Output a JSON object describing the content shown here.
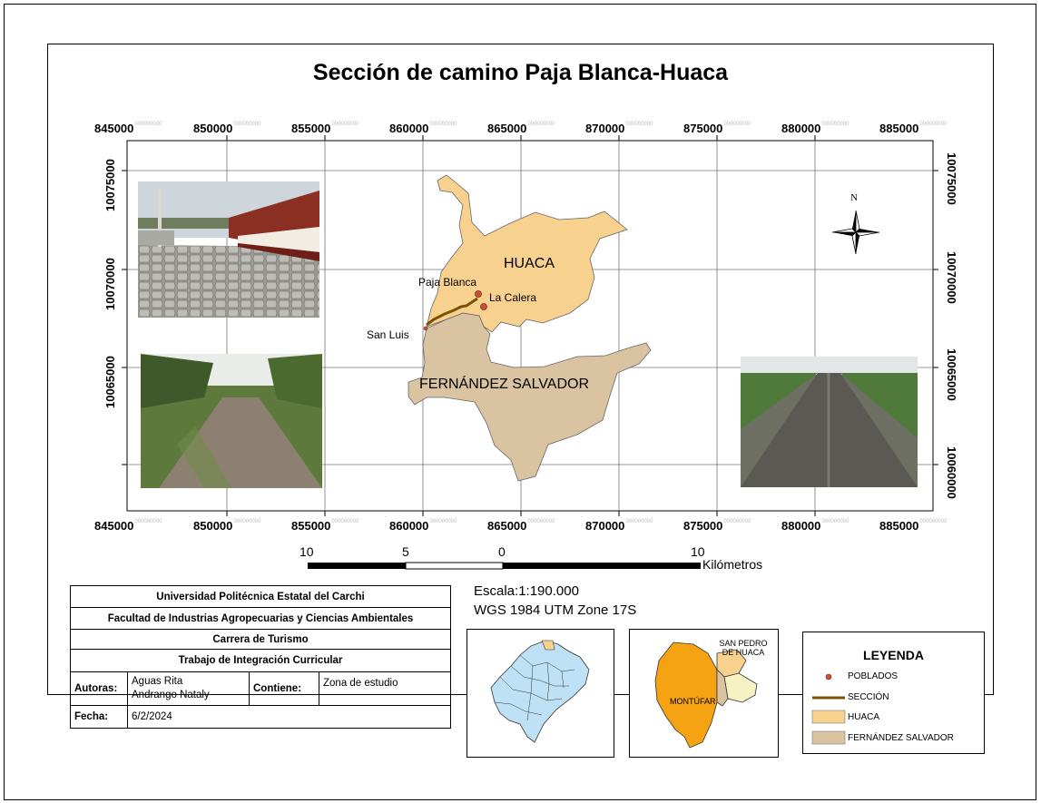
{
  "map": {
    "title": "Sección de camino Paja Blanca-Huaca",
    "x_ticks": [
      "845000",
      "850000",
      "855000",
      "860000",
      "865000",
      "870000",
      "875000",
      "880000",
      "885000"
    ],
    "y_ticks": [
      "10075000",
      "10070000",
      "10065000",
      "10060000"
    ],
    "tick_suffix": "000000000",
    "places": {
      "paja_blanca": "Paja Blanca",
      "la_calera": "La Calera",
      "san_luis": "San Luis"
    },
    "regions": {
      "huaca": "HUACA",
      "fernandez_salvador": "FERNÁNDEZ SALVADOR"
    },
    "north_arrow": "N",
    "colors": {
      "huaca": "#f8d18e",
      "fernandez_salvador": "#d9c3a1",
      "section_line": "#7a5200",
      "poblado": "#c7503a",
      "inset_ecuador": "#bfe1f6",
      "montufar": "#f5a213",
      "san_pedro": "#f8d18e",
      "huaca_inset": "#f6f2c4"
    }
  },
  "scalebar": {
    "labels": [
      "10",
      "5",
      "0",
      "10"
    ],
    "unit": "Kilómetros"
  },
  "scale_info": {
    "scale": "Escala:1:190.000",
    "crs": "WGS 1984 UTM Zone 17S"
  },
  "title_block": {
    "university": "Universidad Politécnica Estatal del Carchi",
    "faculty": "Facultad de Industrias Agropecuarias y Ciencias Ambientales",
    "career": "Carrera de Turismo",
    "work": "Trabajo de Integración Curricular",
    "authors_label": "Autoras:",
    "authors": [
      "Aguas Rita",
      "Andrango Nataly"
    ],
    "contains_label": "Contiene:",
    "contains": "Zona de estudio",
    "date_label": "Fecha:",
    "date": "6/2/2024"
  },
  "inset2": {
    "san_pedro": "SAN PEDRO DE HUACA",
    "montufar": "MONTÚFAR"
  },
  "legend": {
    "title": "LEYENDA",
    "items": [
      {
        "label": "POBLADOS"
      },
      {
        "label": "SECCIÓN"
      },
      {
        "label": "HUACA"
      },
      {
        "label": "FERNÁNDEZ SALVADOR"
      }
    ]
  }
}
